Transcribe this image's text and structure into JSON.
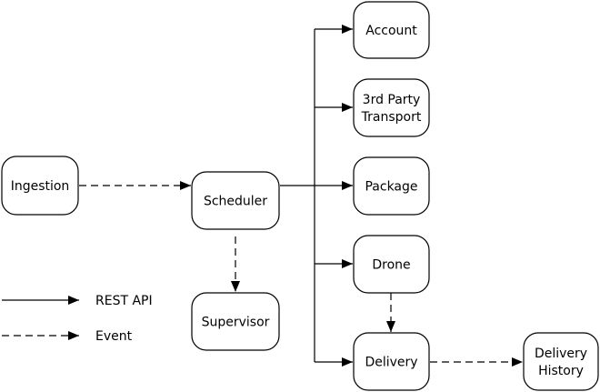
{
  "nodes": [
    {
      "id": "ingestion",
      "lines": [
        "Ingestion"
      ]
    },
    {
      "id": "scheduler",
      "lines": [
        "Scheduler"
      ]
    },
    {
      "id": "supervisor",
      "lines": [
        "Supervisor"
      ]
    },
    {
      "id": "account",
      "lines": [
        "Account"
      ]
    },
    {
      "id": "third-party-transport",
      "lines": [
        "3rd Party",
        "Transport"
      ]
    },
    {
      "id": "package",
      "lines": [
        "Package"
      ]
    },
    {
      "id": "drone",
      "lines": [
        "Drone"
      ]
    },
    {
      "id": "delivery",
      "lines": [
        "Delivery"
      ]
    },
    {
      "id": "delivery-history",
      "lines": [
        "Delivery",
        "History"
      ]
    }
  ],
  "edges": [
    {
      "id": "ingestion-to-scheduler",
      "from": "ingestion",
      "to": "scheduler",
      "style": "Event"
    },
    {
      "id": "scheduler-to-supervisor",
      "from": "scheduler",
      "to": "supervisor",
      "style": "Event"
    },
    {
      "id": "scheduler-to-account",
      "from": "scheduler",
      "to": "account",
      "style": "REST API"
    },
    {
      "id": "scheduler-to-third-party-transport",
      "from": "scheduler",
      "to": "third-party-transport",
      "style": "REST API"
    },
    {
      "id": "scheduler-to-package",
      "from": "scheduler",
      "to": "package",
      "style": "REST API"
    },
    {
      "id": "scheduler-to-drone",
      "from": "scheduler",
      "to": "drone",
      "style": "REST API"
    },
    {
      "id": "scheduler-to-delivery",
      "from": "scheduler",
      "to": "delivery",
      "style": "REST API"
    },
    {
      "id": "drone-to-delivery",
      "from": "drone",
      "to": "delivery",
      "style": "Event"
    },
    {
      "id": "delivery-to-delivery-history",
      "from": "delivery",
      "to": "delivery-history",
      "style": "Event"
    }
  ],
  "legend": {
    "rest_api": "REST API",
    "event": "Event"
  },
  "colors": {
    "stroke": "#000000",
    "fill": "#ffffff",
    "text": "#000000"
  }
}
